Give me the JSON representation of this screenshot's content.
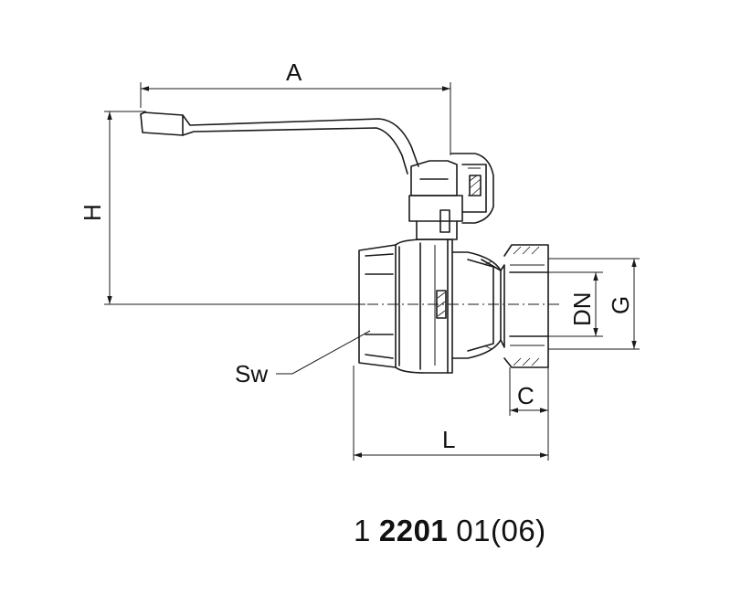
{
  "drawing": {
    "labels": {
      "A": "A",
      "H": "H",
      "DN": "DN",
      "G": "G",
      "C": "C",
      "L": "L",
      "Sw": "Sw"
    }
  },
  "caption": {
    "prefix": "1",
    "code": "2201",
    "suffix": "01(06)"
  }
}
